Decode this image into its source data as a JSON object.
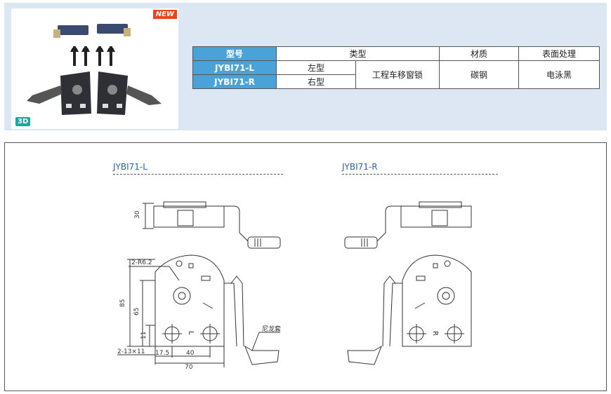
{
  "badges": {
    "new": "NEW",
    "three_d": "3D"
  },
  "table": {
    "headers": {
      "model": "型号",
      "type": "类型",
      "material": "材质",
      "finish": "表面处理"
    },
    "rows": [
      {
        "model": "JYBI71-L",
        "side": "左型"
      },
      {
        "model": "JYBI71-R",
        "side": "右型"
      }
    ],
    "type_value": "工程车移窗锁",
    "material_value": "碳钢",
    "finish_value": "电泳黑"
  },
  "drawings": {
    "left_title": "JYBI71-L",
    "right_title": "JYBI71-R",
    "dims": {
      "height_30": "30",
      "radius": "2-R6.2",
      "height_85": "85",
      "height_65": "65",
      "height_11": "11",
      "slot": "2-13×11",
      "offset_17_5": "17.5",
      "span_40": "40",
      "width_70": "70",
      "nylon_sleeve": "尼龙套",
      "mark_l": "L",
      "mark_r": "R"
    }
  },
  "colors": {
    "header_blue": "#4aa3d8",
    "panel_bg": "#dde6f3",
    "new_badge": "#e8451e",
    "badge_3d": "#1aa8a2",
    "title_blue": "#2a63a7"
  }
}
